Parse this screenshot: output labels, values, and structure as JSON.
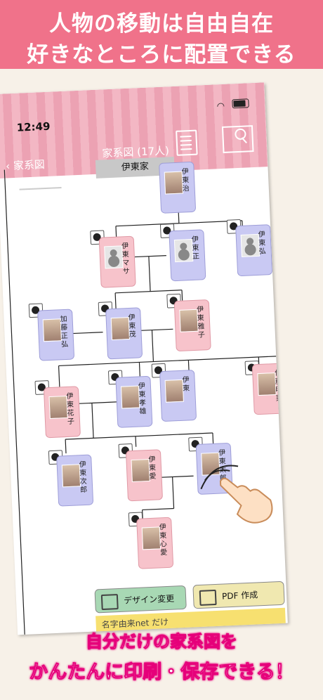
{
  "banner": {
    "line1": "人物の移動は自由自在",
    "line2": "好きなところに配置できる"
  },
  "status_bar": {
    "time": "12:49"
  },
  "nav": {
    "back_label": "家系図",
    "title": "家系図 (17人)",
    "family_tab": "伊東家"
  },
  "people": [
    {
      "name": "伊東治",
      "gender": "male"
    },
    {
      "name": "伊東マサ",
      "gender": "female"
    },
    {
      "name": "伊東正",
      "gender": "male"
    },
    {
      "name": "伊東弘",
      "gender": "male"
    },
    {
      "name": "加藤正弘",
      "gender": "male"
    },
    {
      "name": "伊東茂",
      "gender": "male"
    },
    {
      "name": "伊東雅子",
      "gender": "female"
    },
    {
      "name": "伊東花子",
      "gender": "female"
    },
    {
      "name": "伊東孝雄",
      "gender": "male"
    },
    {
      "name": "伊東",
      "gender": "male"
    },
    {
      "name": "伊藤明菜",
      "gender": "female"
    },
    {
      "name": "伊東次郎",
      "gender": "male"
    },
    {
      "name": "伊東愛",
      "gender": "female"
    },
    {
      "name": "伊東太郎",
      "gender": "male"
    },
    {
      "name": "伊東心愛",
      "gender": "female"
    }
  ],
  "toolbar": {
    "design_label": "デザイン変更",
    "pdf_label": "PDF 作成"
  },
  "ad_text": "名字由来net だけ",
  "footer": {
    "line1": "自分だけの家系図を",
    "line2": "かんたんに印刷・保存できる！"
  }
}
